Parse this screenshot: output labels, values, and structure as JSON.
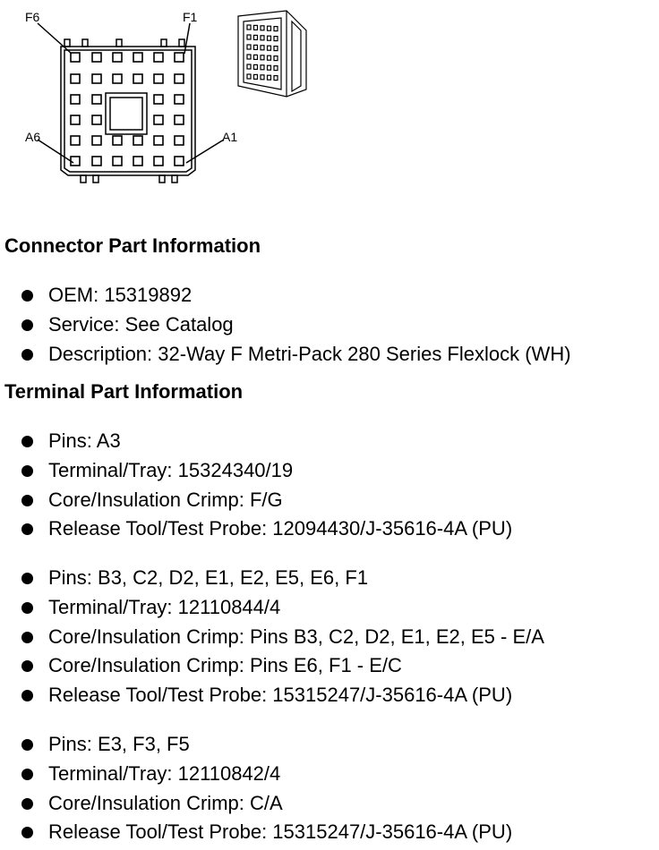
{
  "diagram": {
    "labels": {
      "f6": "F6",
      "f1": "F1",
      "a6": "A6",
      "a1": "A1"
    }
  },
  "connector_section": {
    "heading": "Connector Part Information",
    "items": [
      "OEM: 15319892",
      "Service: See Catalog",
      "Description: 32-Way F Metri-Pack 280 Series Flexlock (WH)"
    ]
  },
  "terminal_section": {
    "heading": "Terminal Part Information",
    "groups": [
      {
        "items": [
          "Pins: A3",
          "Terminal/Tray: 15324340/19",
          "Core/Insulation Crimp: F/G",
          "Release Tool/Test Probe: 12094430/J-35616-4A (PU)"
        ]
      },
      {
        "items": [
          "Pins: B3, C2, D2, E1, E2, E5, E6, F1",
          "Terminal/Tray: 12110844/4",
          "Core/Insulation Crimp: Pins B3, C2, D2, E1, E2, E5 - E/A",
          "Core/Insulation Crimp: Pins E6, F1 - E/C",
          "Release Tool/Test Probe: 15315247/J-35616-4A (PU)"
        ]
      },
      {
        "items": [
          "Pins: E3, F3, F5",
          "Terminal/Tray: 12110842/4",
          "Core/Insulation Crimp: C/A",
          "Release Tool/Test Probe: 15315247/J-35616-4A (PU)"
        ]
      }
    ]
  }
}
